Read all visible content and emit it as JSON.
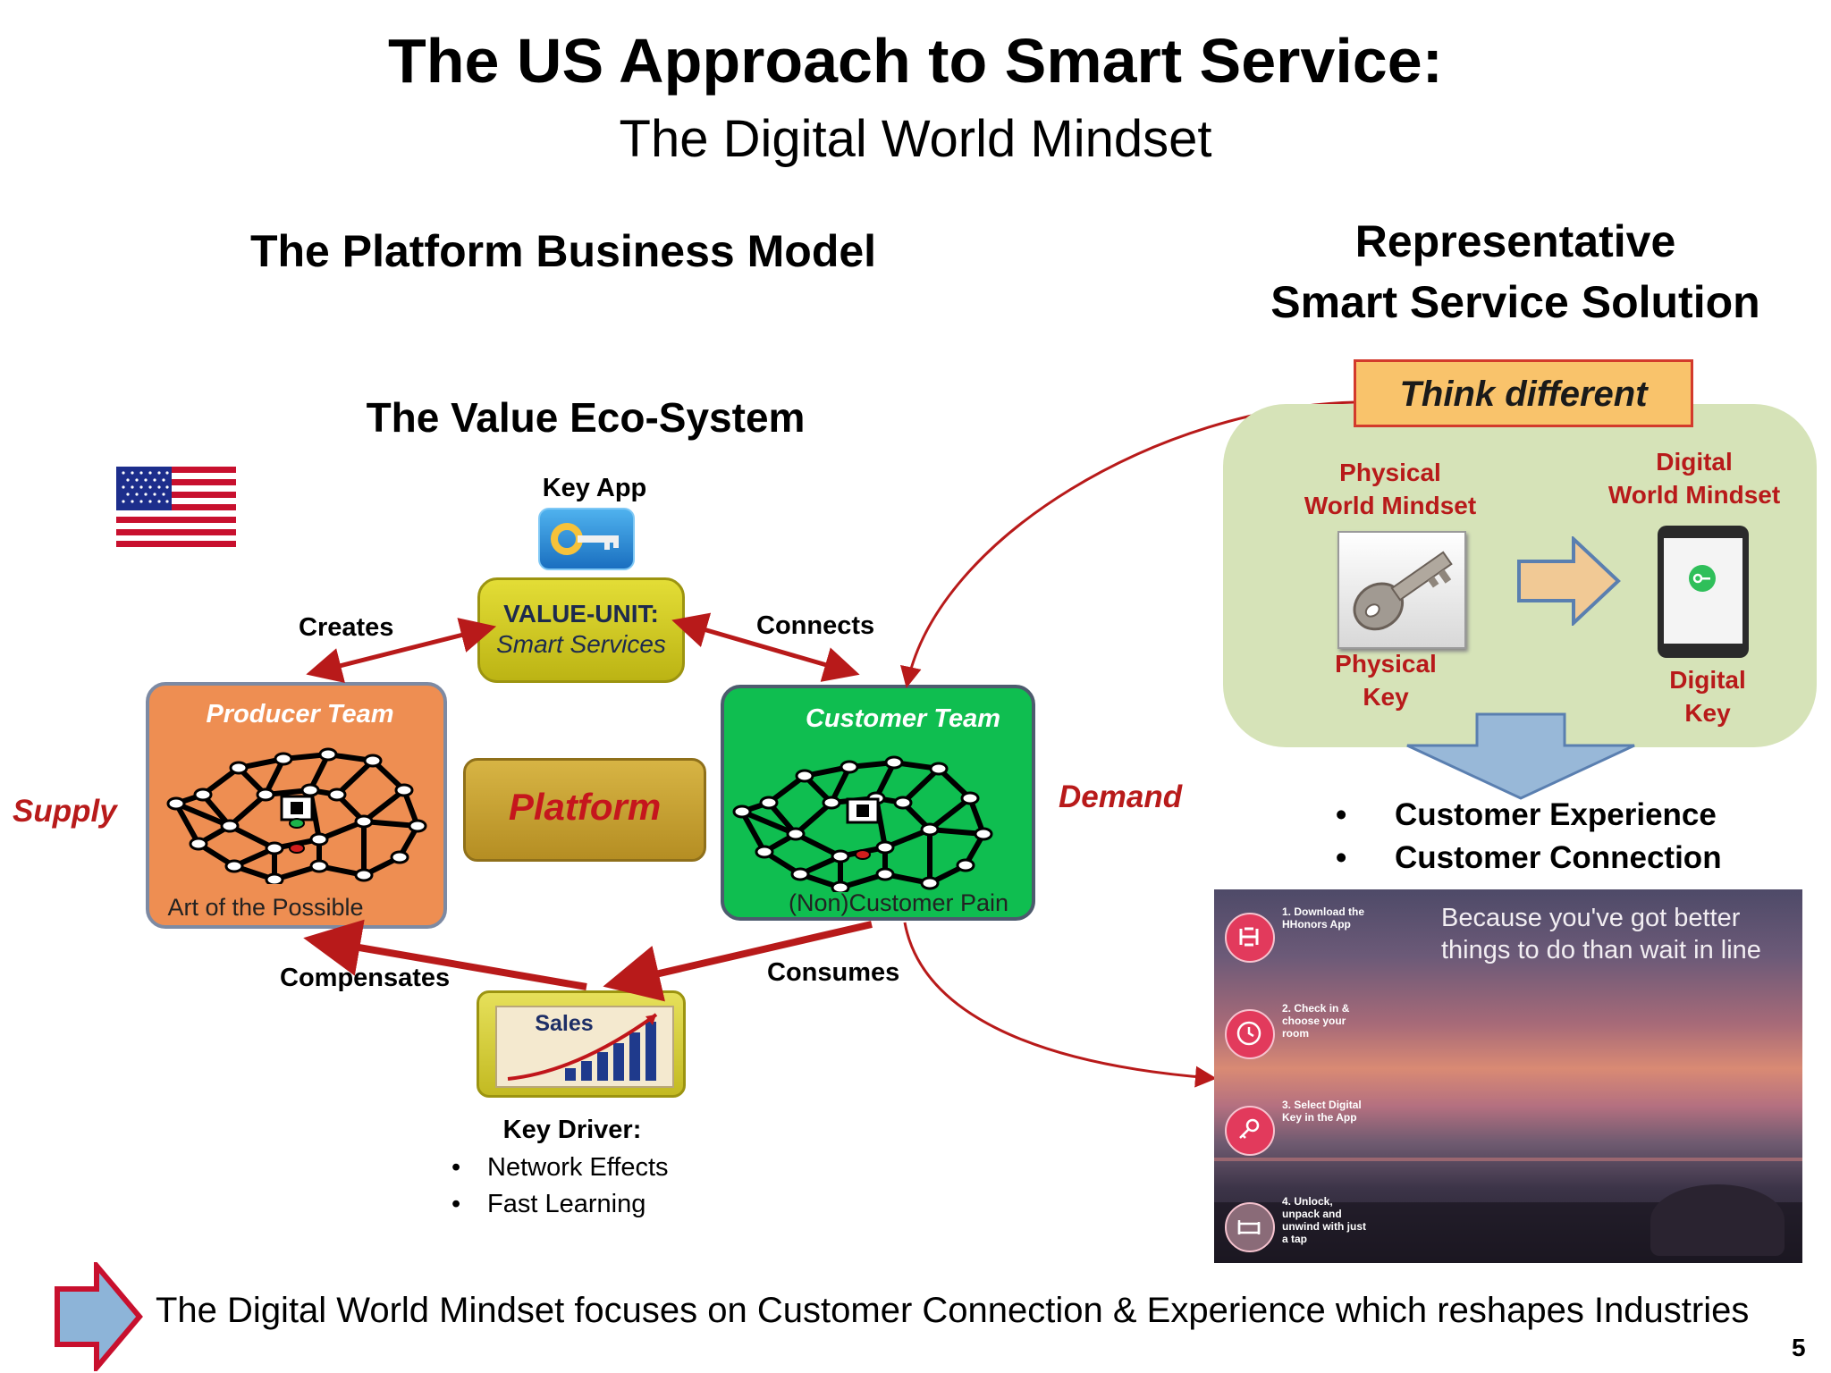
{
  "title": "The US Approach to Smart Service:",
  "subtitle": "The Digital World Mindset",
  "left_heading": "The Platform Business Model",
  "right_heading": [
    "Representative",
    "Smart Service Solution"
  ],
  "eco_heading": "The Value Eco-System",
  "key_app_label": "Key App",
  "value_unit": {
    "title": "VALUE-UNIT:",
    "subtitle": "Smart Services"
  },
  "creates_label": "Creates",
  "connects_label": "Connects",
  "producer": {
    "title": "Producer Team",
    "caption": "Art of the Possible"
  },
  "customer": {
    "title": "Customer  Team",
    "caption": "(Non)Customer Pain"
  },
  "platform_label": "Platform",
  "supply_label": "Supply",
  "demand_label": "Demand",
  "compensates_label": "Compensates",
  "consumes_label": "Consumes",
  "sales_label": "Sales",
  "key_driver": {
    "title": "Key Driver:",
    "items": [
      "Network Effects",
      "Fast Learning"
    ]
  },
  "think_different": "Think different",
  "physical_mindset": [
    "Physical",
    "World Mindset"
  ],
  "digital_mindset": [
    "Digital",
    "World Mindset"
  ],
  "physical_key": [
    "Physical",
    "Key"
  ],
  "digital_key": [
    "Digital",
    "Key"
  ],
  "outcomes": [
    "Customer Experience",
    "Customer Connection"
  ],
  "promo": {
    "tagline": [
      "Because you've got better",
      "things to do than wait in line"
    ],
    "steps": [
      "1. Download the HHonors App",
      "2. Check in & choose your room",
      "3. Select Digital Key in the App",
      "4. Unlock, unpack and unwind with just a tap"
    ]
  },
  "footer_text": "The Digital World Mindset focuses on Customer Connection & Experience which reshapes Industries",
  "page_number": "5",
  "colors": {
    "dark_red": "#b81a1a",
    "producer_orange": "#ee8e52",
    "customer_green": "#0fbe50",
    "platform_gold": "#c8a033",
    "value_unit_yellow": "#d2cc1e",
    "panel_green": "#d6e3b8",
    "think_orange": "#f9c36b"
  }
}
